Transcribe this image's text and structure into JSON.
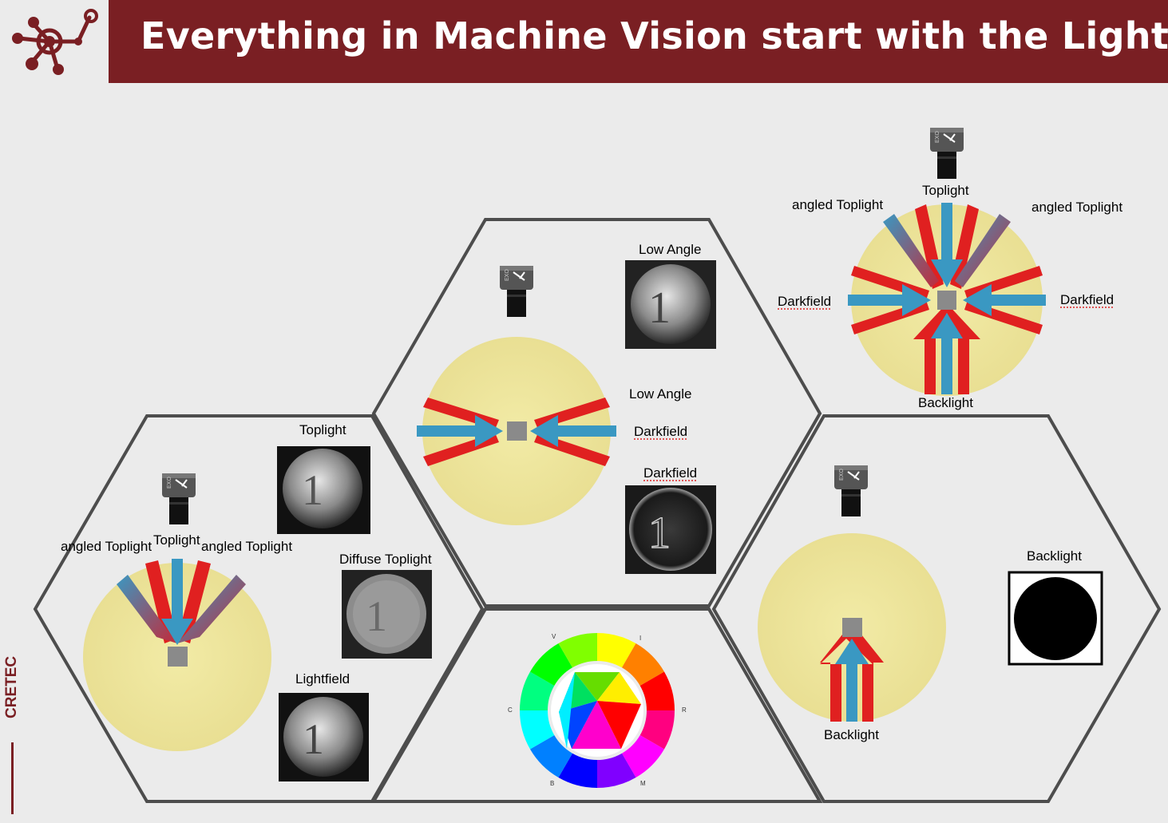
{
  "header": {
    "title": "Everything in Machine Vision start with the Light!",
    "title_bg": "#7a1f23",
    "logo_icon": "network-node-icon"
  },
  "sidebar": {
    "brand": "CRETEC"
  },
  "colors": {
    "accent": "#7a1f23",
    "glow": "#ece3a0",
    "arrow_blue": "#3a98c2",
    "arrow_red": "#e02020",
    "object_gray": "#8a8a8a"
  },
  "cells": {
    "toplight": {
      "labels": {
        "angled_left": "angled Toplight",
        "center": "Toplight",
        "angled_right": "angled Toplight"
      },
      "samples": {
        "toplight": "Toplight",
        "diffuse": "Diffuse Toplight",
        "lightfield": "Lightfield"
      }
    },
    "low_angle": {
      "sample_top": "Low Angle",
      "mid_label_1": "Low Angle",
      "mid_label_2": "Darkfield",
      "sample_bottom": "Darkfield"
    },
    "overview": {
      "top": "Toplight",
      "angled_left": "angled Toplight",
      "angled_right": "angled Toplight",
      "left": "Darkfield",
      "right": "Darkfield",
      "bottom": "Backlight"
    },
    "backlight": {
      "label": "Backlight",
      "sample": "Backlight"
    },
    "color_wheel": {
      "letters": [
        "V",
        "I",
        "C",
        "R",
        "B",
        "M"
      ]
    }
  }
}
